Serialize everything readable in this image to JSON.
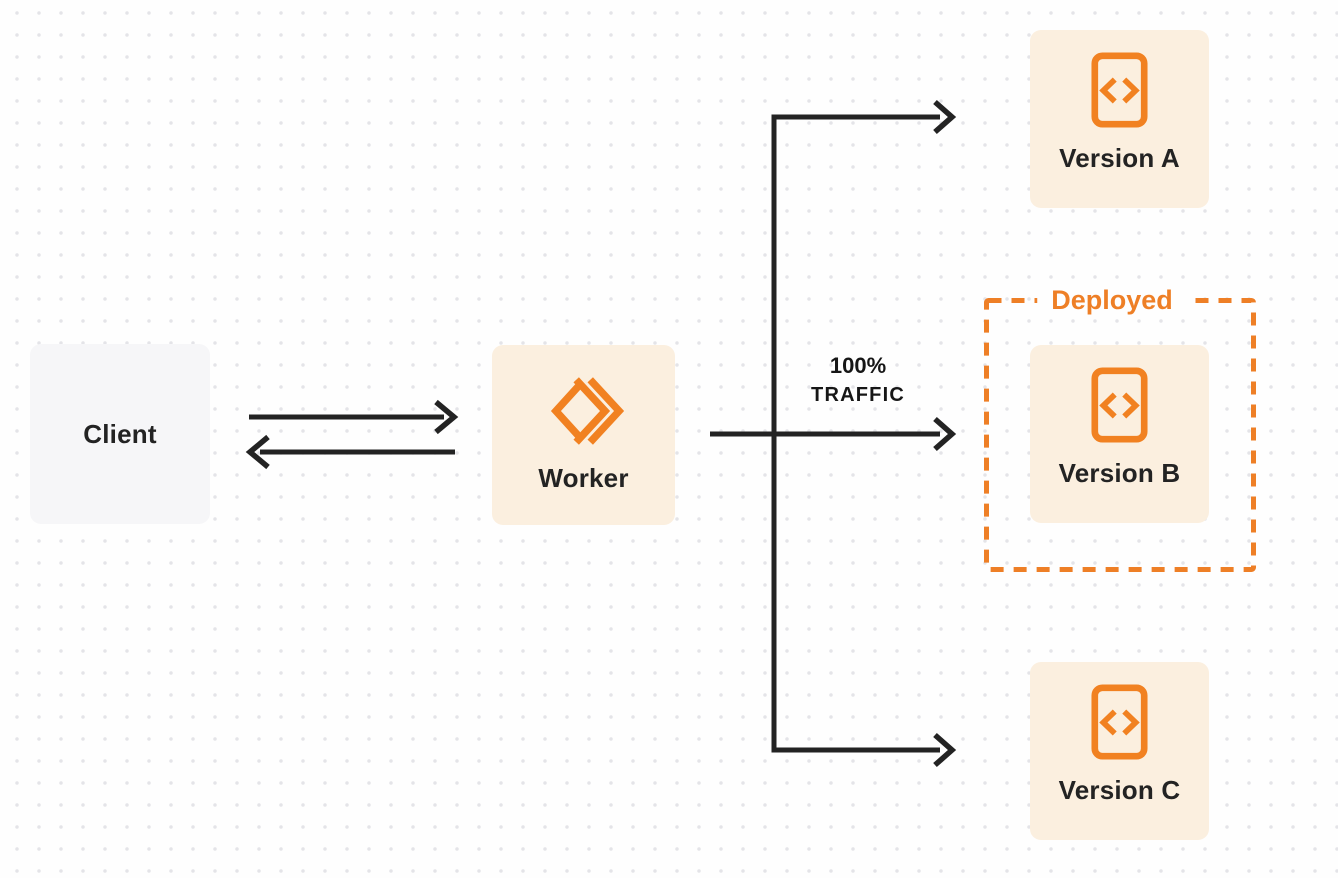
{
  "diagram": {
    "client": {
      "label": "Client"
    },
    "worker": {
      "label": "Worker"
    },
    "traffic": {
      "percent": "100%",
      "word": "TRAFFIC"
    },
    "deployed_badge": "Deployed",
    "versions": [
      {
        "label": "Version A"
      },
      {
        "label": "Version B"
      },
      {
        "label": "Version C"
      }
    ],
    "colors": {
      "accent_orange": "#F18121",
      "cream_fill": "#FBEFDF",
      "gray_fill": "#F6F6F8",
      "line_dark": "#232323",
      "dot_grid": "#E4E4E8",
      "background": "#FEFEFE"
    }
  }
}
